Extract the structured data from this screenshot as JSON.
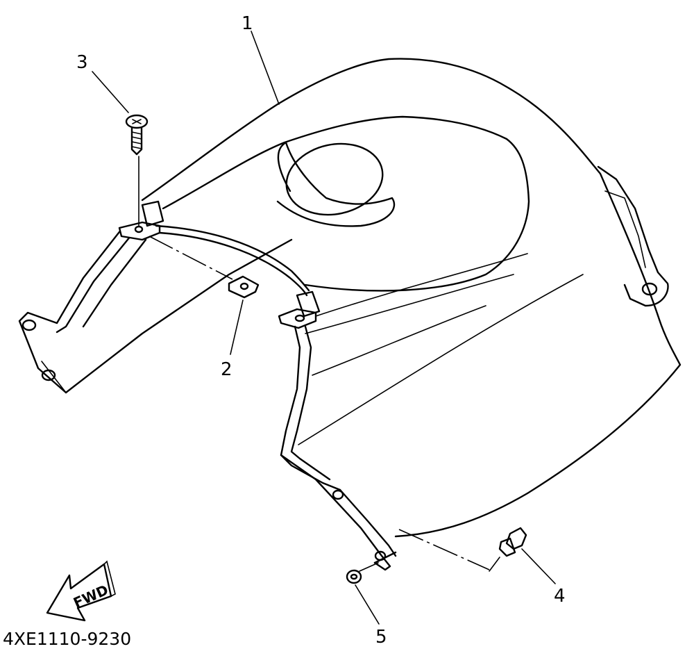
{
  "diagram": {
    "callouts": [
      {
        "id": "1",
        "label": "1"
      },
      {
        "id": "2",
        "label": "2"
      },
      {
        "id": "3",
        "label": "3"
      },
      {
        "id": "4",
        "label": "4"
      },
      {
        "id": "5",
        "label": "5"
      }
    ],
    "direction_arrow_label": "FWD",
    "part_number": "4XE1110-9230"
  }
}
